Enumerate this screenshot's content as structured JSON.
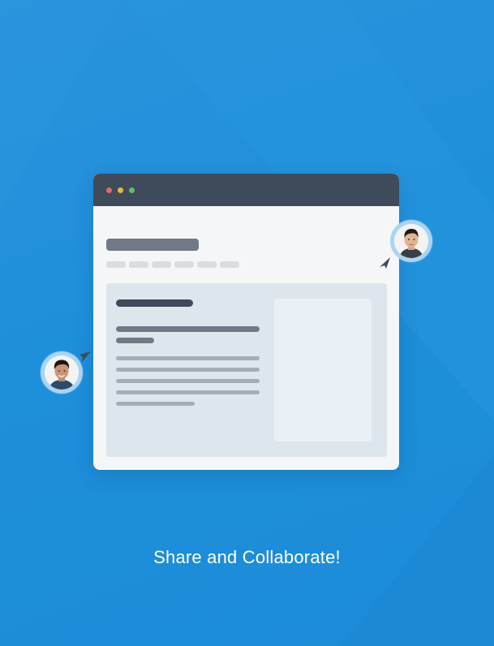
{
  "caption": "Share and Collaborate!",
  "colors": {
    "background": "#1e8fdb",
    "window_frame": "#f5f6f7",
    "titlebar": "#3f4b5a",
    "traffic_red": "#e56a5e",
    "traffic_yellow": "#e9b83a",
    "traffic_green": "#5fc25a",
    "placeholder_dark": "#3f4b5a",
    "placeholder_mid": "#6f7a86",
    "placeholder_light": "#a3aeb9",
    "panel": "#dde6ec",
    "avatar_ring": "#a9d4f2"
  },
  "icons": {
    "window_controls": [
      "close-dot",
      "minimize-dot",
      "maximize-dot"
    ],
    "collaborator_cursors": [
      "cursor-arrow-icon",
      "cursor-arrow-icon"
    ],
    "collaborator_avatars": [
      "collaborator-avatar",
      "collaborator-avatar"
    ]
  }
}
